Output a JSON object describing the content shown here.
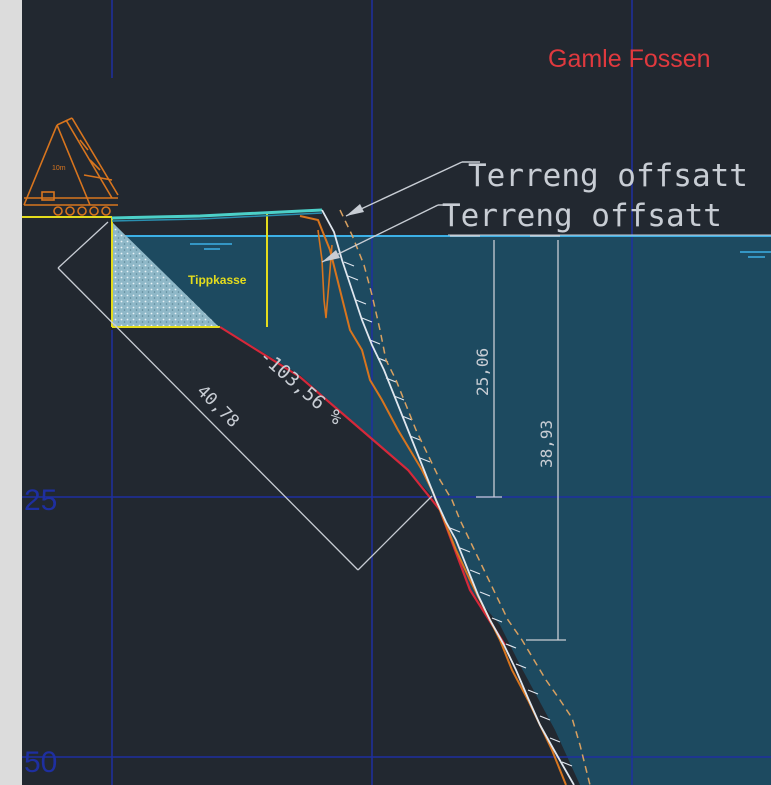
{
  "drawing": {
    "title": "Gamle Fossen",
    "callout_top": "Terreng offsatt",
    "callout_bottom": "Terreng offsatt",
    "box_label": "Tippkasse",
    "truck_label": "10m",
    "slope_label": "-103,56 %",
    "diag_length": "40,78",
    "depth_short": "25,06",
    "depth_long": "38,93",
    "grid_label_25": "25",
    "grid_label_50": "50"
  },
  "colors": {
    "background": "#222830",
    "sidebar": "#dcdcdc",
    "water": "#1d4a60",
    "grid": "#1e2fa0",
    "title": "#e0393e",
    "terrain_orange": "#d8751e",
    "terrain_white": "#dfe6ee",
    "dim_line": "#c8cdd4",
    "box_outline": "#e4dc1c",
    "box_label": "#e4dc1c",
    "slope_red": "#d6283a",
    "water_surface": "#3cb0e6"
  }
}
